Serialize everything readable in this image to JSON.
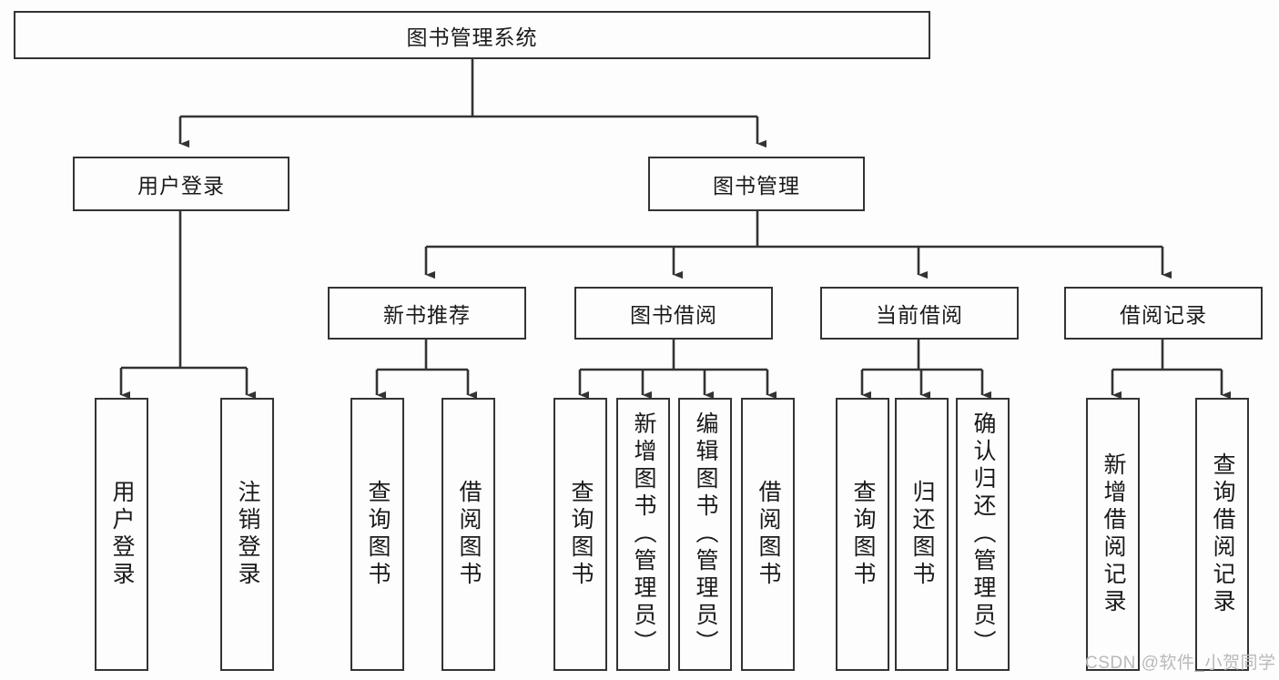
{
  "diagram": {
    "title": "图书管理系统",
    "root": {
      "label": "图书管理系统"
    },
    "level2": [
      {
        "label": "用户登录"
      },
      {
        "label": "图书管理"
      }
    ],
    "level3": [
      {
        "label": "新书推荐"
      },
      {
        "label": "图书借阅"
      },
      {
        "label": "当前借阅"
      },
      {
        "label": "借阅记录"
      }
    ],
    "leaves": {
      "user_login": [
        {
          "label": "用户登录"
        },
        {
          "label": "注销登录"
        }
      ],
      "new_book_recommend": [
        {
          "label": "查询图书"
        },
        {
          "label": "借阅图书"
        }
      ],
      "book_borrow": [
        {
          "label": "查询图书"
        },
        {
          "label": "新增图书（管理员）"
        },
        {
          "label": "编辑图书（管理员）"
        },
        {
          "label": "借阅图书"
        }
      ],
      "current_borrow": [
        {
          "label": "查询图书"
        },
        {
          "label": "归还图书"
        },
        {
          "label": "确认归还（管理员）"
        }
      ],
      "borrow_record": [
        {
          "label": "新增借阅记录"
        },
        {
          "label": "查询借阅记录"
        }
      ]
    }
  },
  "watermark": {
    "text": "CSDN @软件_小贺同学"
  },
  "colors": {
    "background": "#fdfdfd",
    "border": "#333333",
    "text": "#1a1a1a",
    "watermark": "#b9b9b9"
  }
}
